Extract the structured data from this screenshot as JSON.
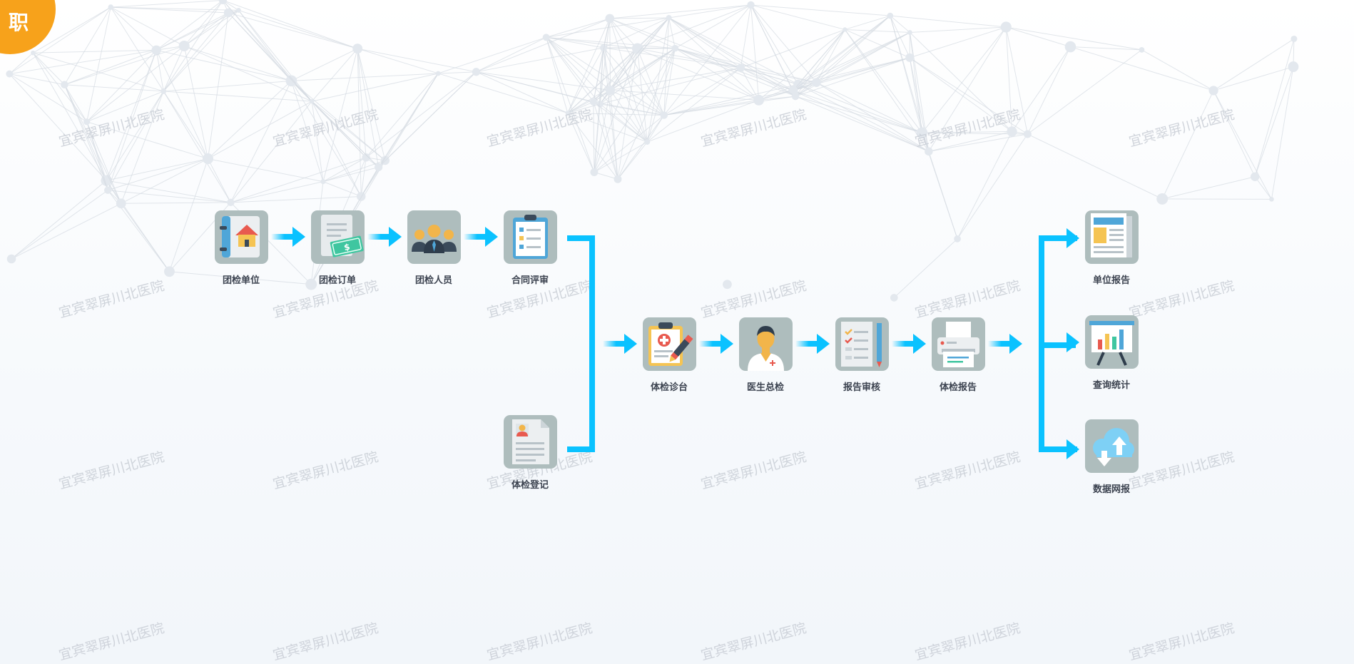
{
  "badge": {
    "label": "职"
  },
  "watermark": {
    "text": "宜宾翠屏川北医院"
  },
  "colors": {
    "flow_line": "#0ac2ff",
    "tile_bg": "#aebdbd",
    "badge": "#f7a21b"
  },
  "flow": {
    "group_inspection": [
      {
        "id": "unit",
        "label": "团检单位",
        "icon": "address-book-house-icon"
      },
      {
        "id": "order",
        "label": "团检订单",
        "icon": "document-cash-icon"
      },
      {
        "id": "staff",
        "label": "团检人员",
        "icon": "people-group-icon"
      },
      {
        "id": "contract",
        "label": "合同评审",
        "icon": "clipboard-checklist-icon"
      }
    ],
    "registration": {
      "id": "register",
      "label": "体检登记",
      "icon": "profile-document-icon"
    },
    "main": [
      {
        "id": "clinic",
        "label": "体检诊台",
        "icon": "medical-clipboard-pen-icon"
      },
      {
        "id": "doctor",
        "label": "医生总检",
        "icon": "doctor-icon"
      },
      {
        "id": "review",
        "label": "报告审核",
        "icon": "report-checklist-pencil-icon"
      },
      {
        "id": "report",
        "label": "体检报告",
        "icon": "printer-icon"
      }
    ],
    "outputs": [
      {
        "id": "unit-report",
        "label": "单位报告",
        "icon": "newspaper-icon"
      },
      {
        "id": "stats",
        "label": "查询统计",
        "icon": "presentation-chart-icon"
      },
      {
        "id": "upload",
        "label": "数据网报",
        "icon": "cloud-sync-icon"
      }
    ]
  }
}
